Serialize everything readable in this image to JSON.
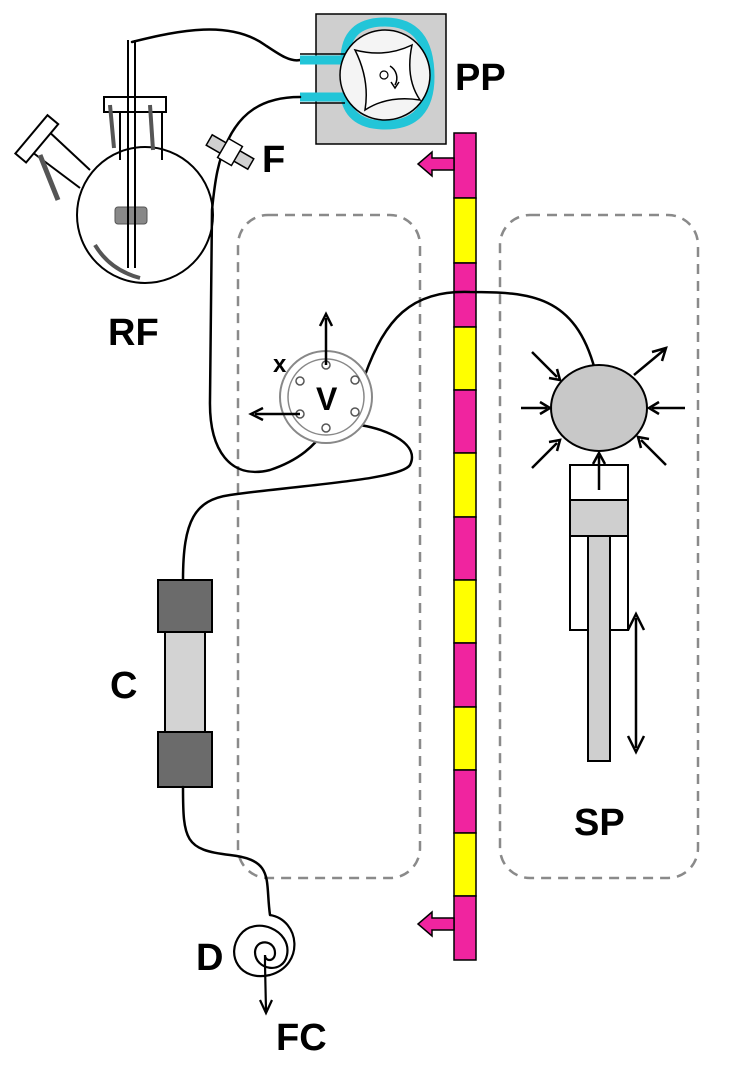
{
  "labels": {
    "round_flask": "RF",
    "peristaltic_pump": "PP",
    "filter": "F",
    "valve": "V",
    "valve_port": "x",
    "syringe_pump": "SP",
    "column": "C",
    "detector": "D",
    "fraction_collector": "FC"
  },
  "colors": {
    "tubing_cyan": "#22c5d8",
    "pump_box": "#cfcfcf",
    "strip_magenta": "#f0249f",
    "strip_yellow": "#ffff00",
    "column_end": "#6b6b6b",
    "column_body": "#d3d3d3",
    "syringe_ball": "#c8c8c8",
    "dashed_box": "#8a8a8a"
  },
  "icons": {
    "flask": "round-bottom-flask-icon",
    "pump": "peristaltic-pump-icon",
    "filter": "inline-filter-icon",
    "valve": "rotary-valve-icon",
    "syringe": "syringe-pump-icon",
    "column": "chromatography-column-icon",
    "detector": "coil-detector-icon"
  }
}
